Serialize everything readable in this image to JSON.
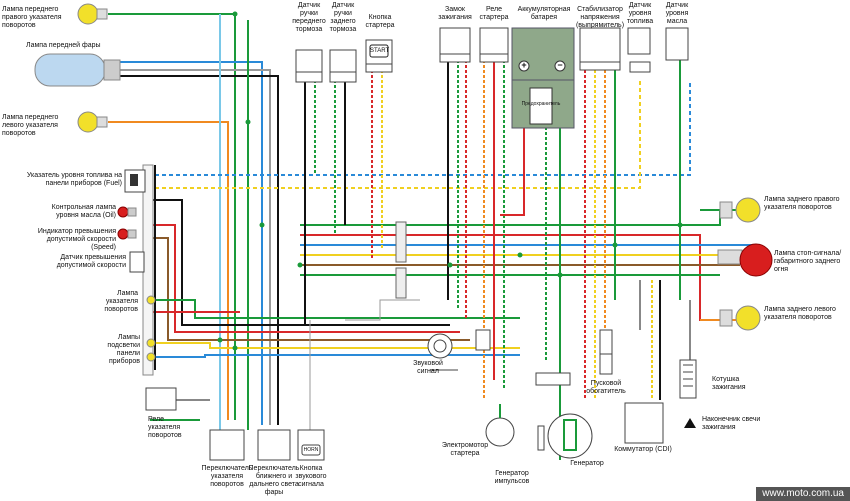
{
  "labels": {
    "front_right_turn": "Лампа переднего правого указателя поворотов",
    "headlight": "Лампа передней фары",
    "front_left_turn": "Лампа переднего левого указателя поворотов",
    "front_brake_sensor": "Датчик ручки переднего тормоза",
    "rear_brake_sensor": "Датчик ручки заднего тормоза",
    "starter_button": "Кнопка стартера",
    "start_text": "START",
    "ignition_switch": "Замок зажигания",
    "starter_relay": "Реле стартера",
    "battery": "Аккумуляторная батарея",
    "fuse_text": "Предохранитель",
    "plus": "+",
    "minus": "−",
    "regulator": "Стабилизатор напряжения (выпрямитель)",
    "fuel_sensor": "Датчик уровня топлива",
    "oil_sensor": "Датчик уровня масла",
    "fuel_gauge": "Указатель уровня топлива на панели приборов (Fuel)",
    "oil_lamp": "Контрольная лампа уровня масла (Oil)",
    "speed_lamp": "Индикатор превышения допустимой скорости (Speed)",
    "speed_sensor": "Датчик превышения допустимой скорости",
    "turn_indicator_lamp": "Лампа указателя поворотов",
    "panel_lamps": "Лампы подсветки панели приборов",
    "turn_relay": "Реле указателя поворотов",
    "turn_switch": "Переключатель указателя поворотов",
    "light_switch": "Переключатель ближнего и дальнего света фары",
    "horn_button": "Кнопка звукового сигнала",
    "horn_text": "HORN",
    "horn": "Звуковой сигнал",
    "starter_motor": "Электромотор стартера",
    "pulse_generator": "Генератор импульсов",
    "generator": "Генератор",
    "starting_enrichener": "Пусковой обогатитель",
    "cdi": "Коммутатор (CDI)",
    "ignition_coil": "Котушка зажигания",
    "spark_cap": "Наконечник свечи зажигания",
    "rear_right_turn": "Лампа заднего правого указателя поворотов",
    "stop_tail": "Лампа стоп-сигнала/габаритного заднего огня",
    "rear_left_turn": "Лампа заднего левого указателя поворотов",
    "watermark": "www.moto.com.ua"
  },
  "colors": {
    "turn_lamp": "#f2e02a",
    "headlight": "#bcd8f0",
    "stop_lamp": "#d81e1e",
    "battery": "#8fa88a",
    "wire_green": "#1a9a3a",
    "wire_blue": "#2a8ad8",
    "wire_red": "#d8282a",
    "wire_yellow": "#f0d020",
    "wire_orange": "#f08a20",
    "wire_black": "#111111",
    "wire_gray": "#9a9a9a",
    "wire_brown": "#8a5a2a",
    "wire_lightblue": "#7ac8e8"
  }
}
